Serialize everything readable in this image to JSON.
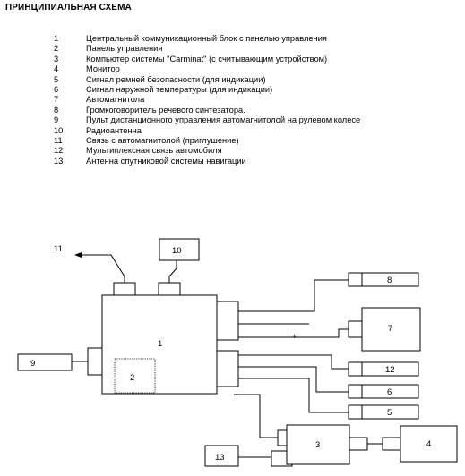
{
  "title": "ПРИНЦИПИАЛЬНАЯ СХЕМА",
  "legend": [
    {
      "num": "1",
      "text": "Центральный коммуникационный блок с панелью управления"
    },
    {
      "num": "2",
      "text": "Панель управления"
    },
    {
      "num": "3",
      "text": "Компьютер системы \"Carminat\" (с считывающим устройством)"
    },
    {
      "num": "4",
      "text": "Монитор"
    },
    {
      "num": "5",
      "text": "Сигнал ремней безопасности (для индикации)"
    },
    {
      "num": "6",
      "text": "Сигнал наружной температуры (для индикации)"
    },
    {
      "num": "7",
      "text": "Автомагнитола"
    },
    {
      "num": "8",
      "text": "Громкоговоритель речевого синтезатора."
    },
    {
      "num": "9",
      "text": "Пульт дистанционного управления автомагнитолой на рулевом колесе"
    },
    {
      "num": "10",
      "text": "Радиоантенна"
    },
    {
      "num": "11",
      "text": "Связь с автомагнитолой (приглушение)"
    },
    {
      "num": "12",
      "text": "Мультиплексная связь автомобиля"
    },
    {
      "num": "13",
      "text": "Антенна спутниковой системы навигации"
    }
  ],
  "diagram": {
    "labels": {
      "unit1": "1",
      "unit2": "2",
      "unit3": "3",
      "unit4": "4",
      "unit5": "5",
      "unit6": "6",
      "unit7": "7",
      "unit8": "8",
      "unit9": "9",
      "unit10": "10",
      "unit11": "11",
      "unit12": "12",
      "unit13": "13"
    },
    "plus_sign": "+"
  }
}
